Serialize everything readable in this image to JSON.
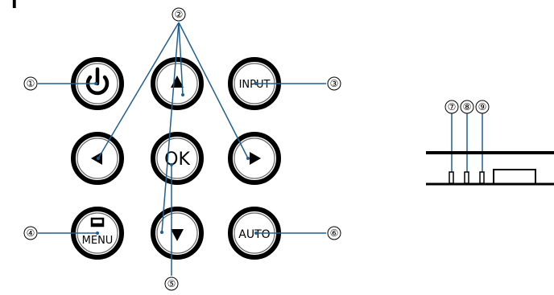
{
  "header_glyph": "l",
  "buttons": {
    "power": {
      "icon": "power-icon"
    },
    "up": {
      "icon": "up-arrow-icon"
    },
    "input": {
      "label": "INPUT"
    },
    "left": {
      "icon": "left-arrow-icon"
    },
    "ok": {
      "label": "OK"
    },
    "right": {
      "icon": "right-arrow-icon"
    },
    "menu": {
      "label": "MENU",
      "icon": "menu-icon"
    },
    "down": {
      "icon": "down-arrow-icon"
    },
    "auto": {
      "label": "AUTO"
    }
  },
  "callouts": {
    "c1": "①",
    "c2": "②",
    "c3": "③",
    "c4": "④",
    "c5": "⑤",
    "c6": "⑥",
    "c7": "⑦",
    "c8": "⑧",
    "c9": "⑨"
  },
  "colors": {
    "lead_line": "#1f5f8f",
    "button_ring": "#000000"
  }
}
